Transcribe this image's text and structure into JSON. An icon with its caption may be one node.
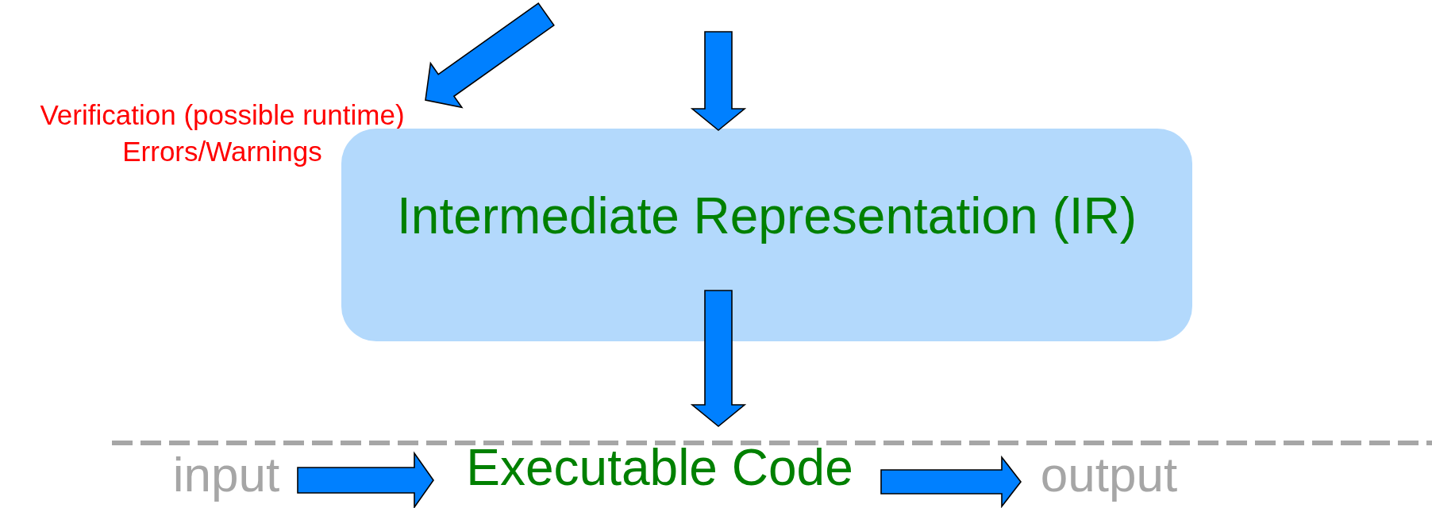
{
  "diagram": {
    "nodes": [
      {
        "text": [
          "Verification (possible runtime) Errors/Warnings"
        ]
      },
      {
        "text": [
          "Intermediate Representation (IR)"
        ]
      },
      {
        "text": [
          "input"
        ]
      },
      {
        "text": [
          "Executable Code"
        ]
      },
      {
        "text": [
          "output"
        ]
      }
    ],
    "edges": [
      {
        "from": null,
        "to": 0,
        "arrow": "to"
      },
      {
        "from": null,
        "to": 1,
        "arrow": "to"
      },
      {
        "from": 1,
        "to": 3,
        "arrow": "to"
      },
      {
        "from": 2,
        "to": 3,
        "arrow": "to"
      },
      {
        "from": 3,
        "to": 4,
        "arrow": "to"
      }
    ]
  }
}
